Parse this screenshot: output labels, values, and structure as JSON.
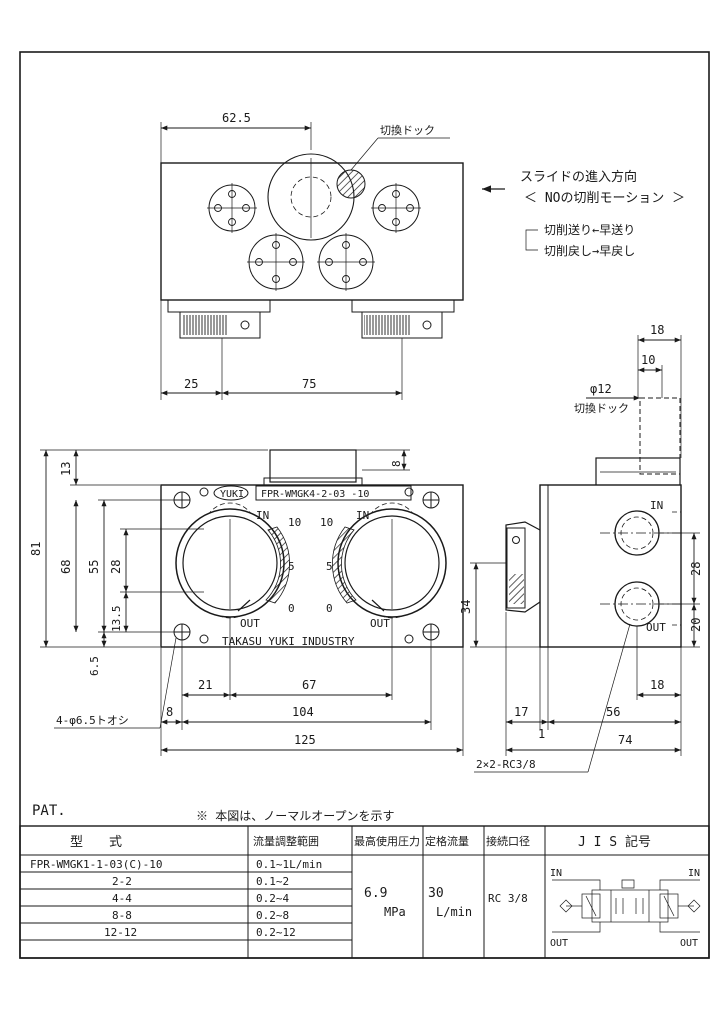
{
  "top_view": {
    "dim_width": "62.5",
    "dock_label": "切換ドック",
    "dim_left": "25",
    "dim_span": "75"
  },
  "note": {
    "direction_line1": "スライドの進入方向",
    "direction_line2": "＜ NOの切削モーション ＞",
    "feed_line": "切削送り←早送り",
    "return_line": "切削戻し→早戻し"
  },
  "front_view": {
    "plate_brand": "YUKI",
    "plate_model": "FPR-WMGK4-2-03 -10",
    "company": "TAKASU YUKI INDUSTRY",
    "scale_max": "10",
    "scale_mid": "5",
    "scale_min": "0",
    "port_in": "IN",
    "port_out": "OUT",
    "dims": {
      "h81": "81",
      "h68": "68",
      "h55": "55",
      "h28": "28",
      "h13_5": "13.5",
      "h13": "13",
      "h6_5": "6.5",
      "h8": "8",
      "w21": "21",
      "w67": "67",
      "w8": "8",
      "w104": "104",
      "w125": "125"
    },
    "hole_note": "4-φ6.5トオシ"
  },
  "side_view": {
    "dims": {
      "w18_top": "18",
      "w10": "10",
      "dia12": "φ12",
      "h34": "34",
      "h28": "28",
      "h20": "20",
      "w18": "18",
      "w17": "17",
      "w56": "56",
      "w1": "1",
      "w74": "74"
    },
    "dock_label": "切換ドック",
    "port_in": "IN",
    "port_out": "OUT",
    "port_note": "2×2-RC3/8"
  },
  "footer": {
    "pat": "PAT.",
    "remark": "※ 本図は、ノーマルオープンを示す"
  },
  "spec_table": {
    "headers": [
      "型　　式",
      "流量調整範囲",
      "最高使用圧力",
      "定格流量",
      "接続口径",
      "J I S 記号"
    ],
    "rows": [
      {
        "model": "FPR-WMGK1-1-03(C)-10",
        "range": "0.1~1L/min"
      },
      {
        "model": "2-2",
        "range": "0.1~2"
      },
      {
        "model": "4-4",
        "range": "0.2~4"
      },
      {
        "model": "8-8",
        "range": "0.2~8"
      },
      {
        "model": "12-12",
        "range": "0.2~12"
      }
    ],
    "pressure_value": "6.9",
    "pressure_unit": "MPa",
    "flow_value": "30",
    "flow_unit": "L/min",
    "port_size": "RC 3/8",
    "jis": {
      "in_left": "IN",
      "in_right": "IN",
      "out_left": "OUT",
      "out_right": "OUT"
    }
  }
}
